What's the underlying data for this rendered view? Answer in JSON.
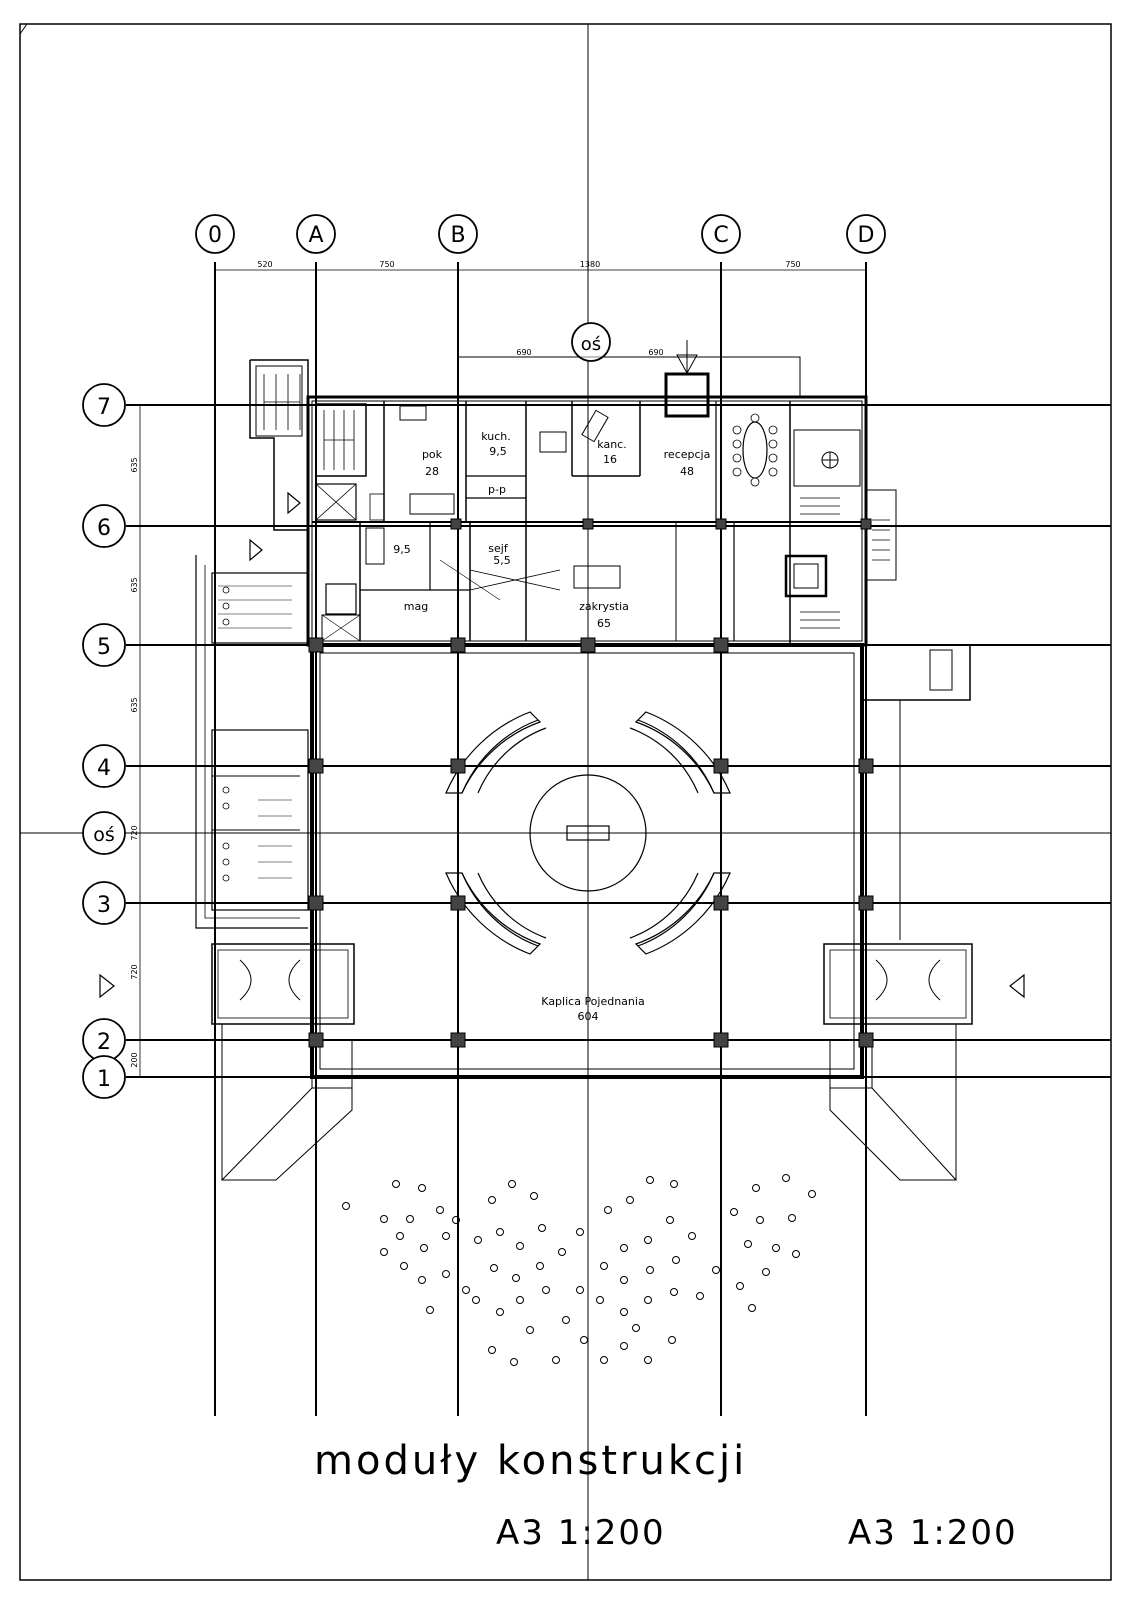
{
  "title": "moduły konstrukcji",
  "scale_labels": [
    "A3 1:200",
    "A3 1:200"
  ],
  "column_axes": [
    "0",
    "A",
    "B",
    "C",
    "D"
  ],
  "row_axes": [
    "7",
    "6",
    "5",
    "4",
    "oś",
    "3",
    "2",
    "1"
  ],
  "center_axis_label": "oś",
  "top_dimensions": [
    "520",
    "750",
    "1380",
    "750"
  ],
  "center_dimensions": [
    "690",
    "690"
  ],
  "left_dimensions": [
    "635",
    "635",
    "635",
    "720",
    "720",
    "200"
  ],
  "rooms": [
    {
      "name": "pok",
      "area": "28"
    },
    {
      "name": "kuch.",
      "area": "9,5"
    },
    {
      "name": "kanc.",
      "area": "16"
    },
    {
      "name": "recepcja",
      "area": "48"
    },
    {
      "name": "p-p",
      "area": ""
    },
    {
      "name": "",
      "area": "9,5"
    },
    {
      "name": "sejf",
      "area": "5,5"
    },
    {
      "name": "mag",
      "area": ""
    },
    {
      "name": "zakrystia",
      "area": "65"
    },
    {
      "name": "Kaplica Pojednania",
      "area": "604"
    }
  ]
}
